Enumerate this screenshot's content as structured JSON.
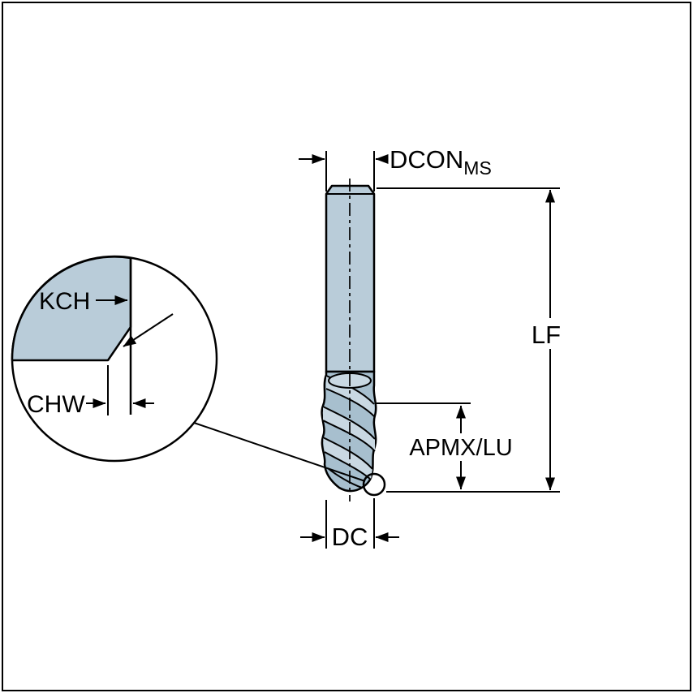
{
  "diagram": {
    "type": "technical-dimension-drawing",
    "subject": "end-mill-cutting-tool",
    "labels": {
      "dcon": "DCON",
      "dcon_sub": "MS",
      "lf": "LF",
      "apmx": "APMX/LU",
      "dc": "DC",
      "kch": "KCH",
      "chw": "CHW"
    },
    "colors": {
      "outline": "#000000",
      "background": "#ffffff",
      "shank_fill": "#b9ccd9",
      "flute_fill": "#a7bfce",
      "flute_light": "#c9d8e2",
      "detail_fill": "#b9ccd9"
    }
  }
}
